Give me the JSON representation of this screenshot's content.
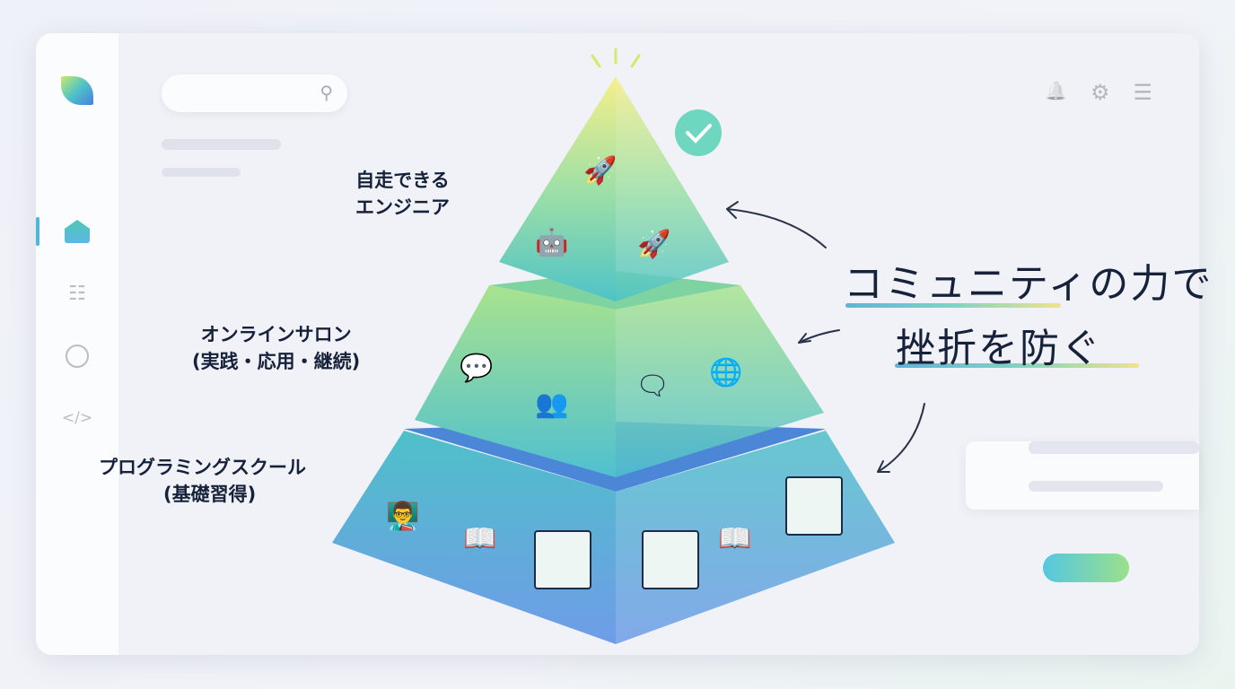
{
  "pyramid": {
    "top": {
      "line1": "自走できる",
      "line2": "エンジニア"
    },
    "middle": {
      "line1": "オンラインサロン",
      "line2": "(実践・応用・継続)"
    },
    "bottom": {
      "line1": "プログラミングスクール",
      "line2": "(基礎習得)"
    }
  },
  "callout": {
    "line1": "コミュニティの力で",
    "line2": "挫折を防ぐ"
  },
  "icons": {
    "search": "⚲",
    "bell": "🔔",
    "gear": "⚙",
    "menu": "☰",
    "list": "☷",
    "code": "</>",
    "check": "✓"
  },
  "colors": {
    "accent": "#4fb6d6",
    "text": "#16213a"
  }
}
